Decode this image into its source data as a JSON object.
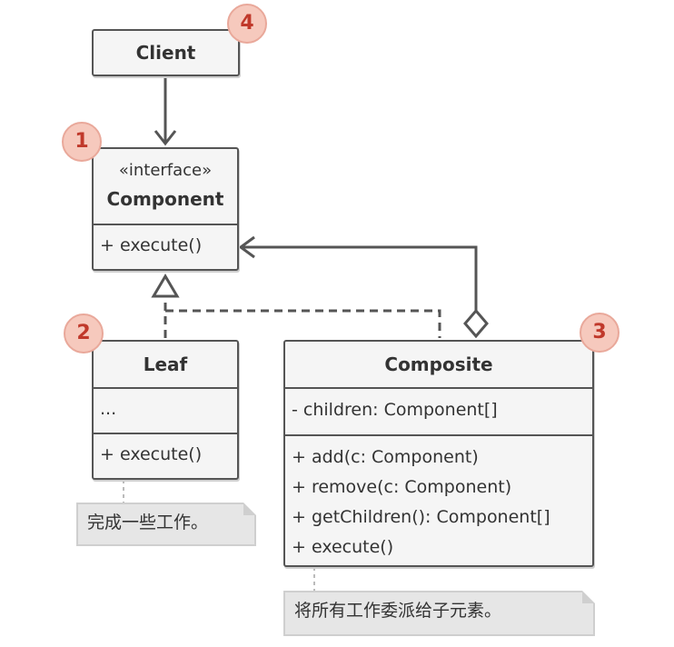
{
  "client": {
    "title": "Client",
    "badge": "4"
  },
  "component": {
    "stereotype": "«interface»",
    "title": "Component",
    "methods": [
      "+ execute()"
    ],
    "badge": "1"
  },
  "leaf": {
    "title": "Leaf",
    "fields": [
      "..."
    ],
    "methods": [
      "+ execute()"
    ],
    "badge": "2",
    "note": "完成一些工作。"
  },
  "composite": {
    "title": "Composite",
    "fields": [
      "- children: Component[]"
    ],
    "methods": [
      "+ add(c: Component)",
      "+ remove(c: Component)",
      "+ getChildren(): Component[]",
      "+ execute()"
    ],
    "badge": "3",
    "note": "将所有工作委派给子元素。"
  },
  "colors": {
    "stroke": "#555555",
    "box_fill": "#f5f5f5",
    "badge_fill": "#f6c9bd",
    "badge_text": "#c0392b",
    "note_fill": "#e6e6e6"
  }
}
